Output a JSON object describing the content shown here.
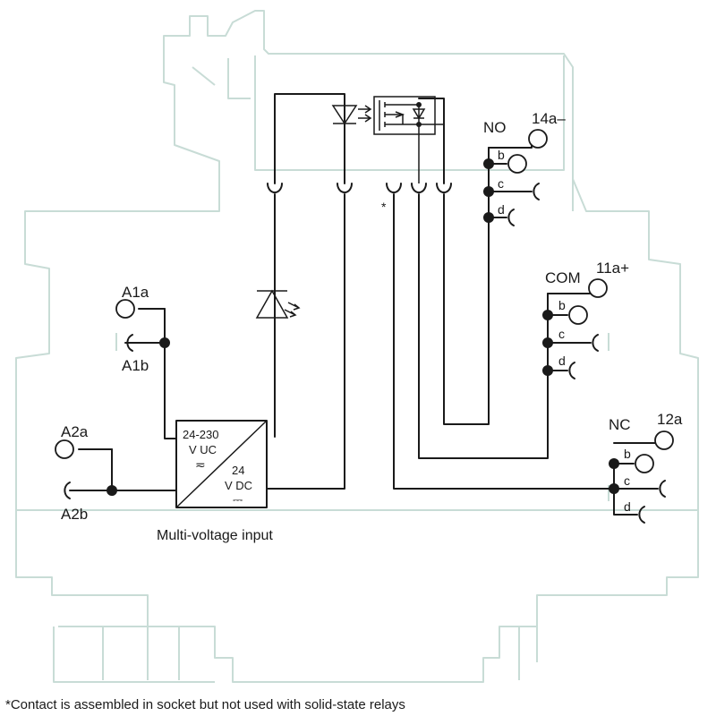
{
  "labels": {
    "a1a": "A1a",
    "a1b": "A1b",
    "a2a": "A2a",
    "a2b": "A2b",
    "no": "NO",
    "t14a": "14a–",
    "com": "COM",
    "t11a": "11a+",
    "nc": "NC",
    "t12a": "12a",
    "b": "b",
    "c": "c",
    "d": "d",
    "asterisk": "*"
  },
  "converter": {
    "input_range": "24-230",
    "input_type": "V UC",
    "ac_symbol": "≂",
    "output_voltage": "24",
    "output_type": "V DC",
    "dc_symbol": "⎓"
  },
  "caption": "Multi-voltage input",
  "footnote": "*Contact is assembled in socket but not used with solid-state relays",
  "colors": {
    "housing": "#c8dcd6",
    "wire": "#1a1a1a"
  }
}
